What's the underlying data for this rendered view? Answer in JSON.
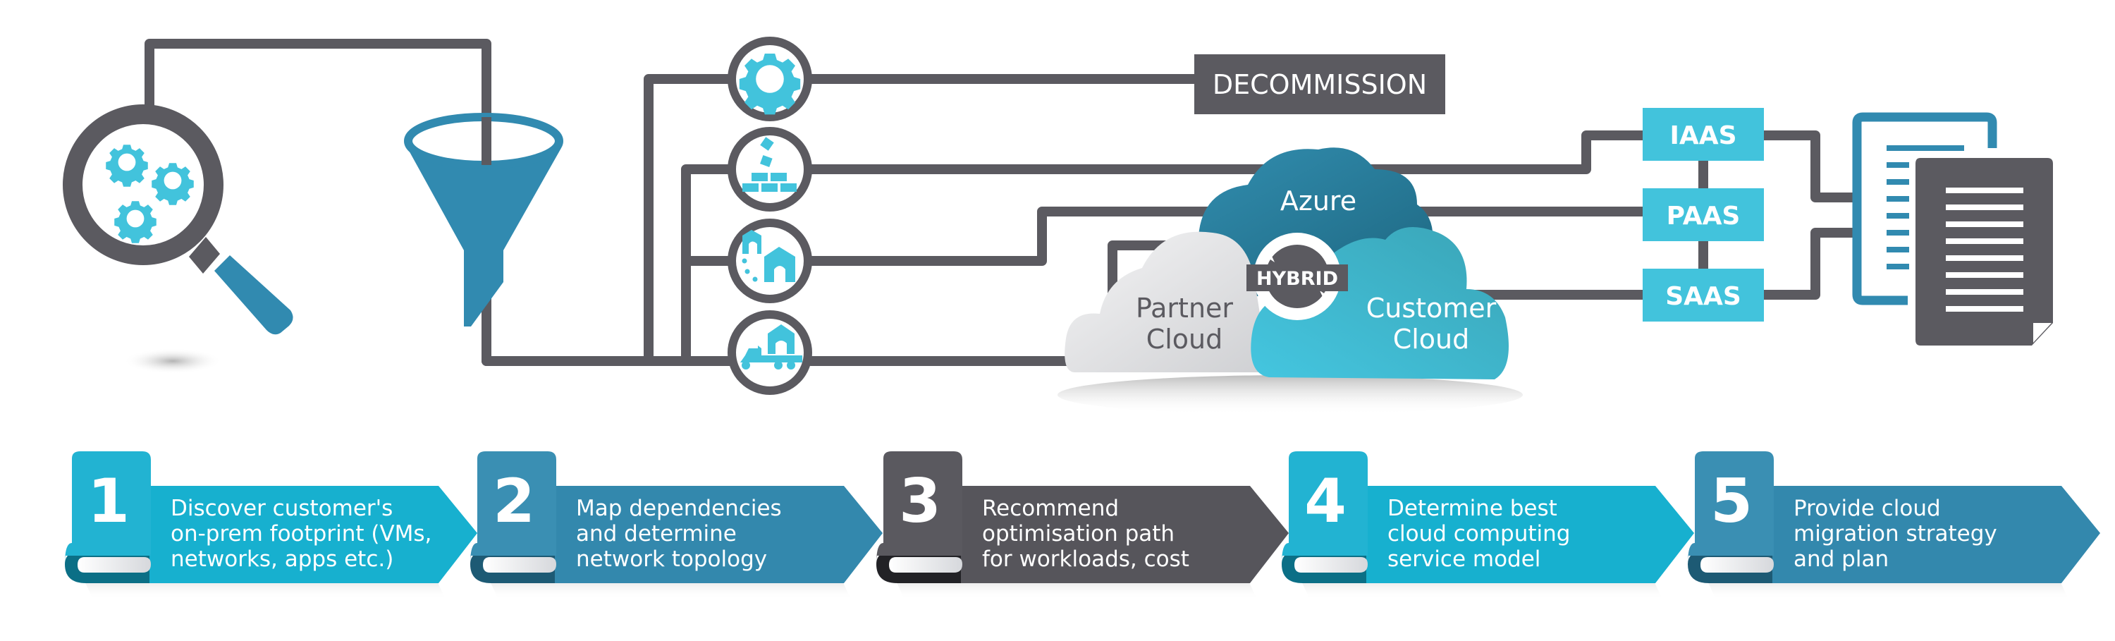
{
  "colors": {
    "line": "#5b5a60",
    "teal_dark": "#318ab0",
    "teal_light": "#42c3dc",
    "azure_cloud": "#2a7d9b",
    "partner_cloud": "#e4e5e7",
    "customer_cloud": "#3fbcd6",
    "step_cyan": "#17b0cf",
    "step_blue": "#3388ad",
    "step_gray": "#56555b"
  },
  "discovery": {
    "magnifier_icon": "magnifier-with-gears-icon",
    "funnel_icon": "funnel-icon"
  },
  "paths": [
    {
      "id": "decommission",
      "icon": "gear-icon"
    },
    {
      "id": "rebuild",
      "icon": "bricks-icon"
    },
    {
      "id": "relocate",
      "icon": "houses-move-icon"
    },
    {
      "id": "lift-shift",
      "icon": "truck-house-icon"
    }
  ],
  "decommission": {
    "label": "DECOMMISSION"
  },
  "clouds": {
    "azure": "Azure",
    "hybrid": "HYBRID",
    "partner_line1": "Partner",
    "partner_line2": "Cloud",
    "customer_line1": "Customer",
    "customer_line2": "Cloud"
  },
  "service_models": [
    "IAAS",
    "PAAS",
    "SAAS"
  ],
  "plan_icon": "documents-icon",
  "steps": [
    {
      "number": "1",
      "lines": [
        "Discover customer's",
        "on-prem footprint (VMs,",
        "networks, apps etc.)"
      ],
      "theme": "cyan"
    },
    {
      "number": "2",
      "lines": [
        "Map dependencies",
        "and determine",
        "network topology"
      ],
      "theme": "blue"
    },
    {
      "number": "3",
      "lines": [
        "Recommend",
        "optimisation path",
        "for workloads, cost"
      ],
      "theme": "gray"
    },
    {
      "number": "4",
      "lines": [
        "Determine best",
        "cloud computing",
        "service model"
      ],
      "theme": "cyan"
    },
    {
      "number": "5",
      "lines": [
        "Provide cloud",
        "migration strategy",
        "and plan"
      ],
      "theme": "blue"
    }
  ]
}
